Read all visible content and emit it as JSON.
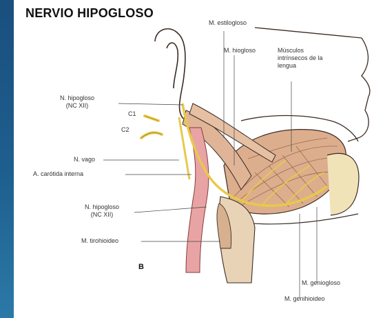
{
  "title": "NERVIO HIPOGLOSO",
  "figure_letter": "B",
  "labels": {
    "estilogloso": "M. estilogloso",
    "hiogloso": "M. hiogloso",
    "intrinsecos": [
      "Músculos",
      "intrínsecos de la",
      "lengua"
    ],
    "hipogloso_top": [
      "N. hipogloso",
      "(NC XII)"
    ],
    "c1": "C1",
    "c2": "C2",
    "vago": "N. vago",
    "carotida": "A. carótida interna",
    "hipogloso_bottom": [
      "N. hipogloso",
      "(NC XII)"
    ],
    "tirohioideo": "M. tirohioideo",
    "geniogloso": "M. geniogloso",
    "genihioideo": "M. genihioideo"
  },
  "colors": {
    "background": "#1e5f8f",
    "nerve": "#e8c94a",
    "muscle": "#d9a98a",
    "artery": "#e6a2a2",
    "outline": "#3a2a22"
  }
}
